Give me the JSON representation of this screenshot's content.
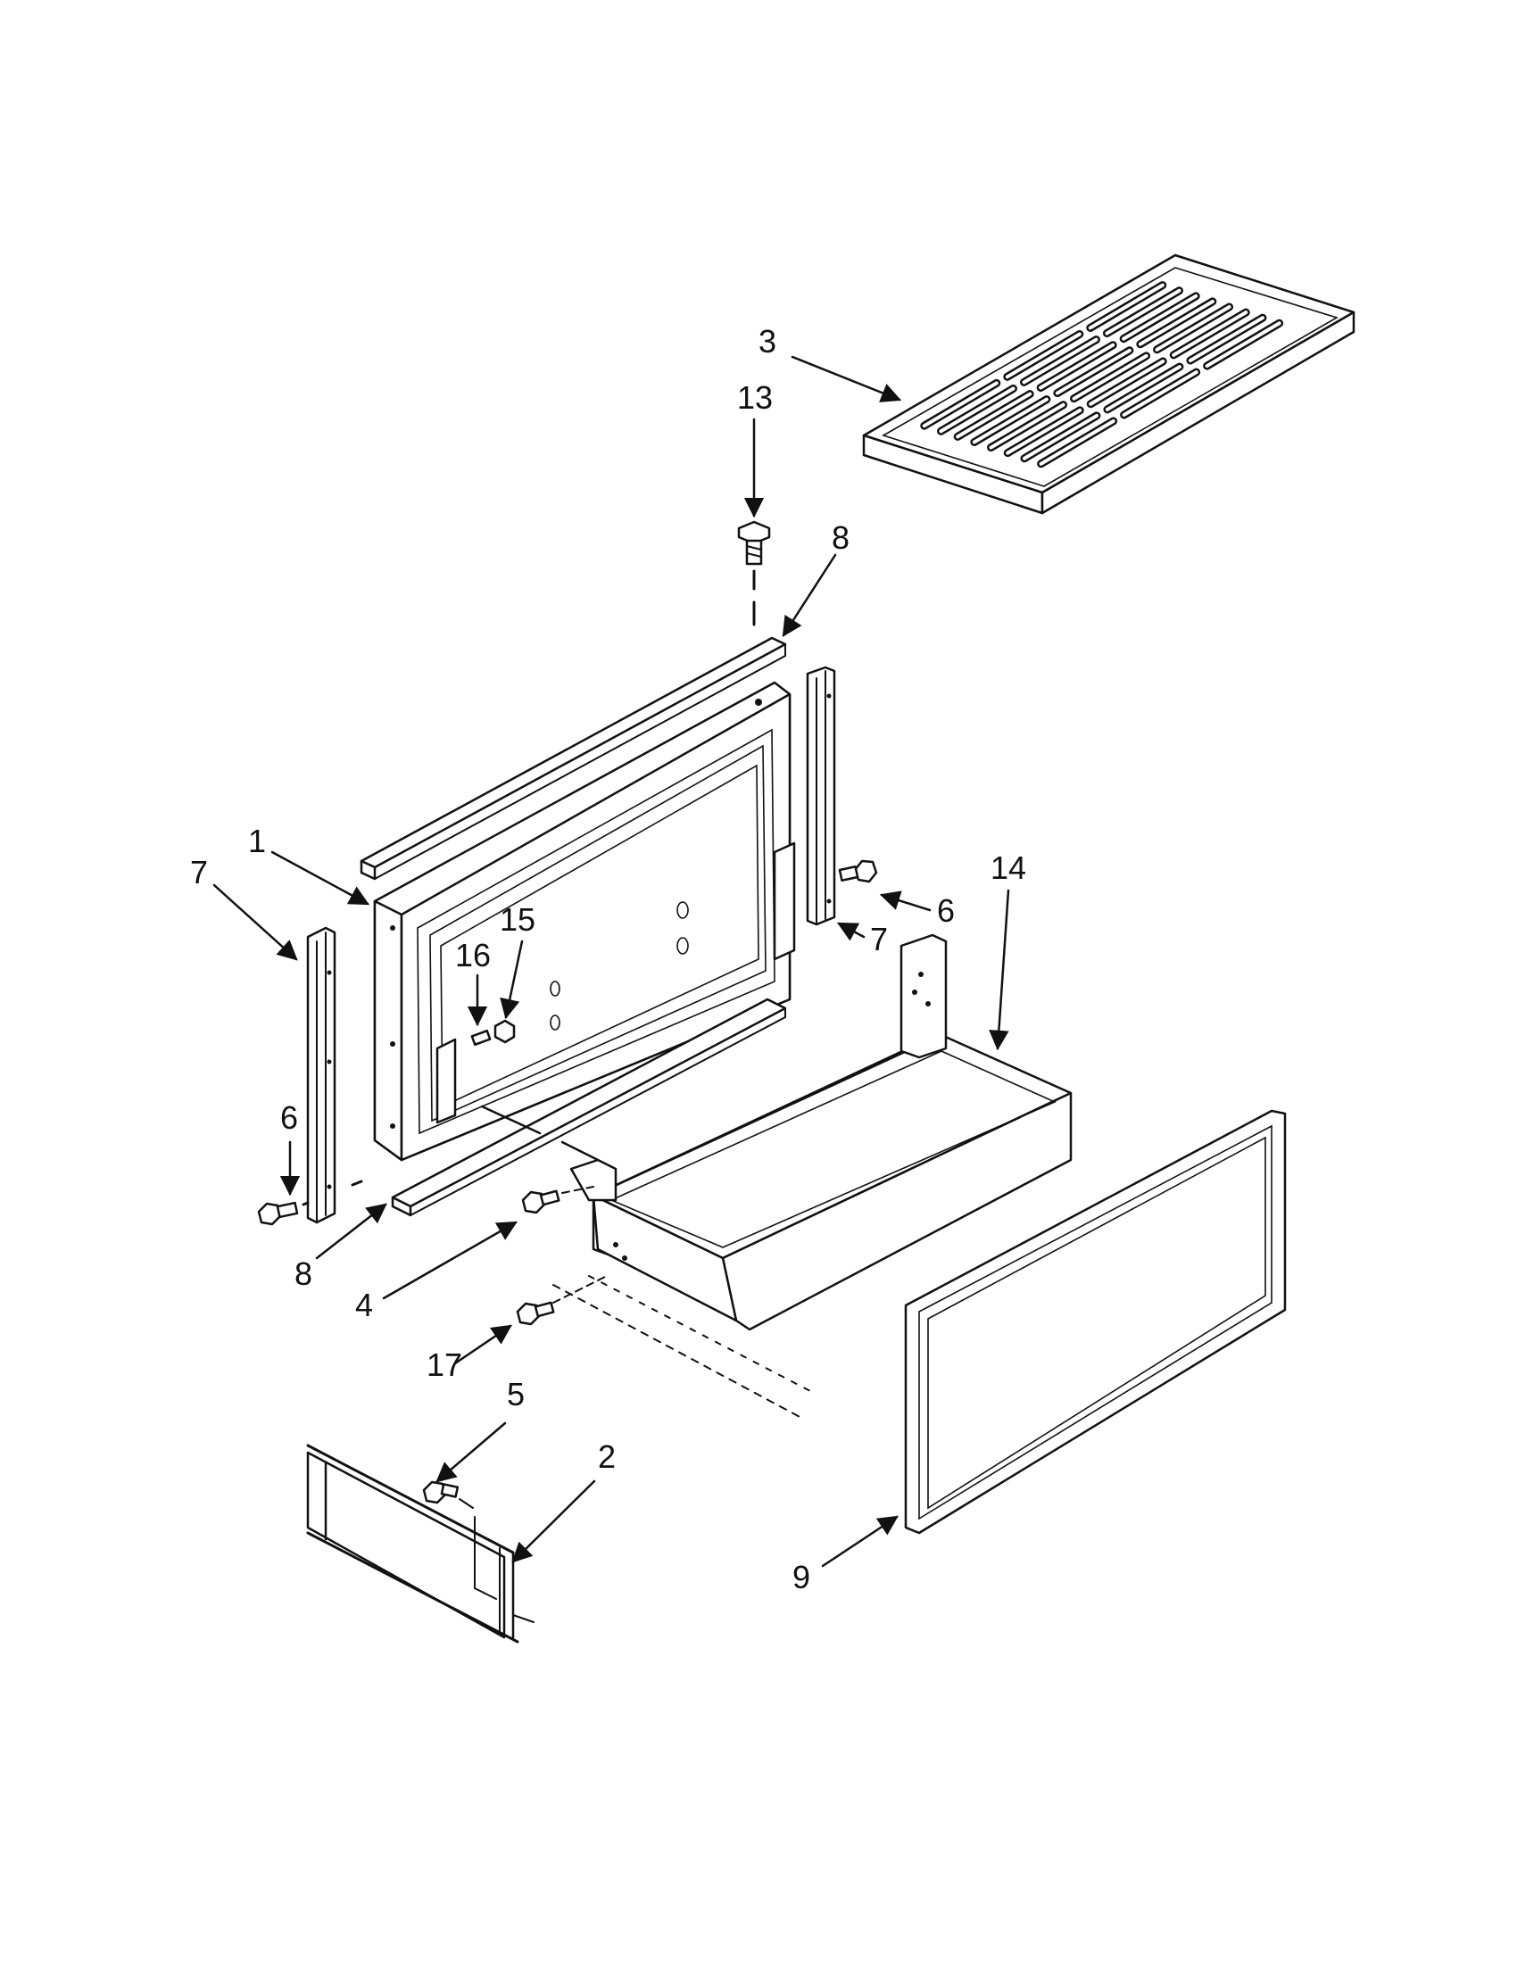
{
  "callouts": {
    "c1": "1",
    "c2": "2",
    "c3": "3",
    "c4": "4",
    "c5": "5",
    "c6_left": "6",
    "c6_right": "6",
    "c7_left": "7",
    "c7_right": "7",
    "c8_top": "8",
    "c8_bottom": "8",
    "c9": "9",
    "c13": "13",
    "c14": "14",
    "c15": "15",
    "c16": "16",
    "c17": "17"
  }
}
